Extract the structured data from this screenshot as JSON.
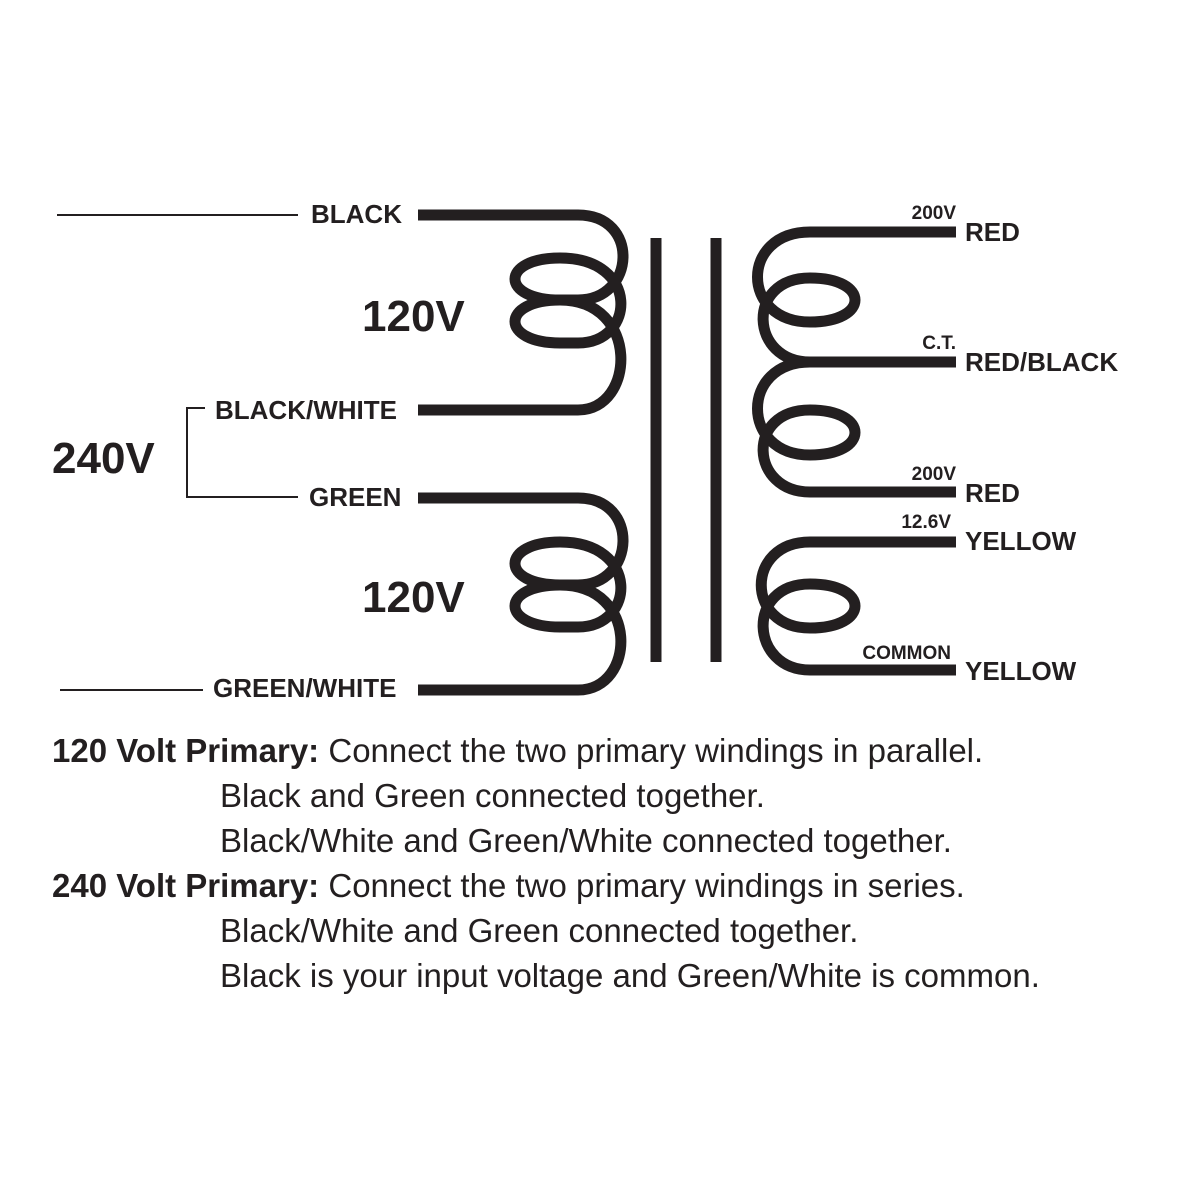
{
  "primary": {
    "lead_black": "BLACK",
    "lead_black_white": "BLACK/WHITE",
    "lead_green": "GREEN",
    "lead_green_white": "GREEN/WHITE",
    "winding_upper_voltage": "120V",
    "winding_lower_voltage": "120V",
    "series_voltage": "240V"
  },
  "secondary": {
    "lead_red_top": "RED",
    "tap_red_top": "200V",
    "lead_red_black": "RED/BLACK",
    "tap_center": "C.T.",
    "lead_red_bottom": "RED",
    "tap_red_bottom": "200V",
    "lead_yellow_top": "YELLOW",
    "tap_yellow": "12.6V",
    "lead_yellow_bottom": "YELLOW",
    "tap_common": "COMMON"
  },
  "notes": {
    "primary_120_heading": "120 Volt Primary:",
    "primary_120_text": " Connect the two primary windings in parallel.",
    "primary_120_line2": "Black and Green connected together.",
    "primary_120_line3": "Black/White and Green/White connected together.",
    "primary_240_heading": "240 Volt Primary:",
    "primary_240_text": " Connect the two primary windings in series.",
    "primary_240_line2": "Black/White and Green connected together.",
    "primary_240_line3": "Black is your input voltage and Green/White is common."
  },
  "colors": {
    "ink": "#231f20",
    "background": "#ffffff"
  }
}
